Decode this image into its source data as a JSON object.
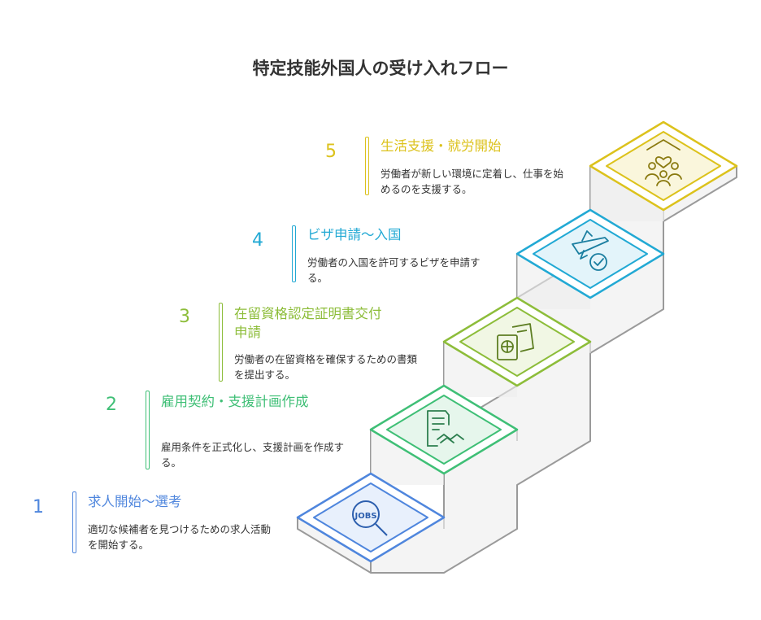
{
  "title": "特定技能外国人の受け入れフロー",
  "steps": [
    {
      "number": "1",
      "heading": "求人開始〜選考",
      "desc": "適切な候補者を見つけるための求人活動を開始する。",
      "color": "#4f86dd",
      "icon": "jobs-search-icon"
    },
    {
      "number": "2",
      "heading": "雇用契約・支援計画作成",
      "desc": "雇用条件を正式化し、支援計画を作成する。",
      "color": "#3fbf76",
      "icon": "contract-handshake-icon"
    },
    {
      "number": "3",
      "heading": "在留資格認定証明書交付申請",
      "desc": "労働者の在留資格を確保するための書類を提出する。",
      "color": "#8dbd3a",
      "icon": "passport-ticket-icon"
    },
    {
      "number": "4",
      "heading": "ビザ申請〜入国",
      "desc": "労働者の入国を許可するビザを申請する。",
      "color": "#22a9d4",
      "icon": "airplane-check-icon"
    },
    {
      "number": "5",
      "heading": "生活支援・就労開始",
      "desc": "労働者が新しい環境に定着し、仕事を始めるのを支援する。",
      "color": "#dcc21c",
      "icon": "community-heart-icon"
    }
  ]
}
